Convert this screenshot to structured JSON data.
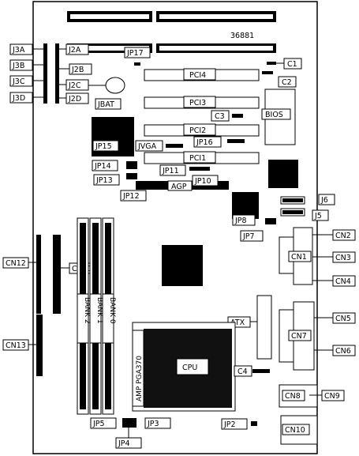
{
  "board": {
    "serial": "36881",
    "labels": {
      "j3a": "J3A",
      "j3b": "J3B",
      "j3c": "J3C",
      "j3d": "J3D",
      "j2a": "J2A",
      "j2b": "J2B",
      "j2c": "J2C",
      "j2d": "J2D",
      "jbat": "JBAT",
      "jp17": "JP17",
      "c1": "C1",
      "c2": "C2",
      "c3": "C3",
      "c4": "C4",
      "bios": "BIOS",
      "pci4": "PCI4",
      "pci3": "PCI3",
      "pci2": "PCI2",
      "pci1": "PCI1",
      "jp15": "JP15",
      "jvga": "JVGA",
      "jp16": "JP16",
      "jp14": "JP14",
      "jp13": "JP13",
      "jp11": "JP11",
      "jp12": "JP12",
      "jp10": "JP10",
      "agp": "AGP",
      "j6": "J6",
      "j5": "J5",
      "jp8": "JP8",
      "jp7": "JP7",
      "cn2": "CN2",
      "cn1": "CN1",
      "cn3": "CN3",
      "cn4": "CN4",
      "cn12": "CN12",
      "cn11": "CN11",
      "cn13": "CN13",
      "bank2": "BANK 2",
      "bank1": "BANK 1",
      "bank0": "BANK 0",
      "atx": "ATX",
      "cn5": "CN5",
      "cn7": "CN7",
      "cn6": "CN6",
      "cpu": "CPU",
      "socket": "AMP PGA370",
      "cn8": "CN8",
      "cn9": "CN9",
      "cn10": "CN10",
      "jp5": "JP5",
      "jp3": "JP3",
      "jp4": "JP4",
      "jp2": "JP2"
    }
  }
}
